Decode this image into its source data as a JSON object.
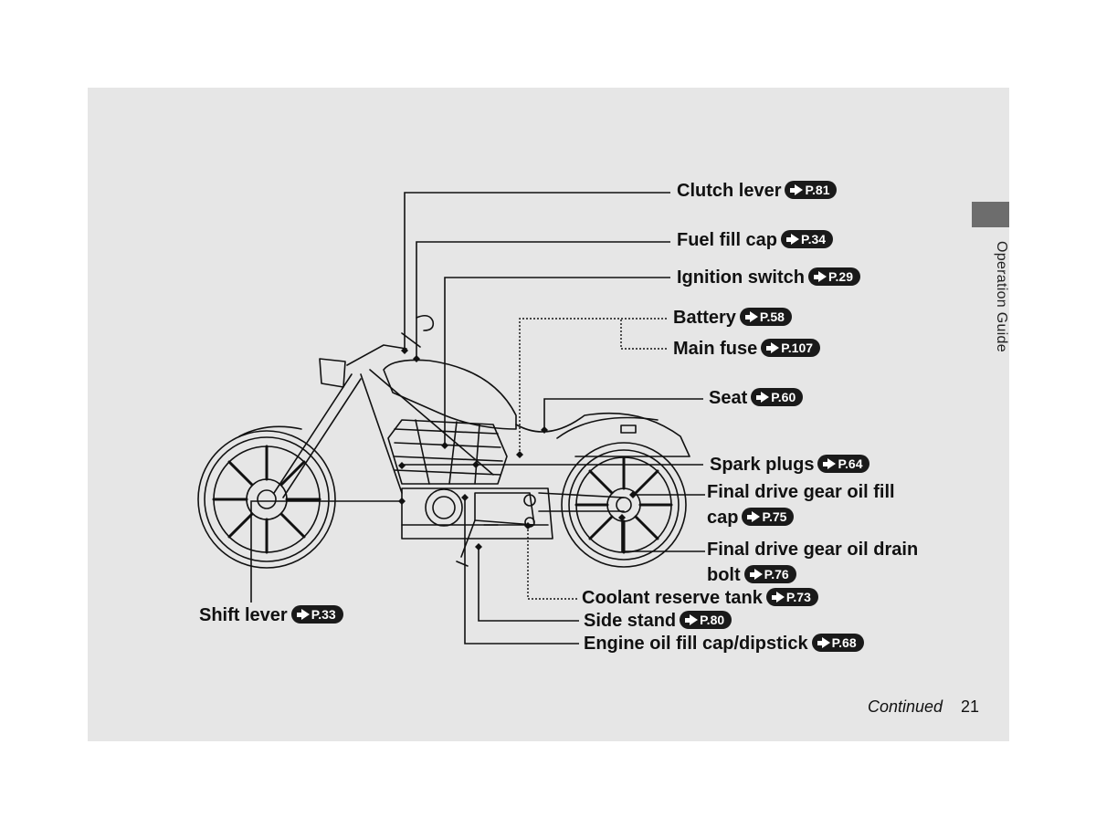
{
  "section_tab": "Operation Guide",
  "labels": [
    {
      "id": "clutch-lever",
      "text": "Clutch lever",
      "ref": "P.81"
    },
    {
      "id": "fuel-fill-cap",
      "text": "Fuel fill cap",
      "ref": "P.34"
    },
    {
      "id": "ignition-switch",
      "text": "Ignition switch",
      "ref": "P.29"
    },
    {
      "id": "battery",
      "text": "Battery",
      "ref": "P.58"
    },
    {
      "id": "main-fuse",
      "text": "Main fuse",
      "ref": "P.107"
    },
    {
      "id": "seat",
      "text": "Seat",
      "ref": "P.60"
    },
    {
      "id": "spark-plugs",
      "text": "Spark plugs",
      "ref": "P.64"
    },
    {
      "id": "final-drive-fill",
      "text": "Final drive gear oil fill",
      "text2": "cap",
      "ref": "P.75"
    },
    {
      "id": "final-drive-drain",
      "text": "Final drive gear oil drain",
      "text2": "bolt",
      "ref": "P.76"
    },
    {
      "id": "coolant-tank",
      "text": "Coolant reserve tank",
      "ref": "P.73"
    },
    {
      "id": "side-stand",
      "text": "Side stand",
      "ref": "P.80"
    },
    {
      "id": "engine-oil",
      "text": "Engine oil fill cap/dipstick",
      "ref": "P.68"
    },
    {
      "id": "shift-lever",
      "text": "Shift lever",
      "ref": "P.33"
    }
  ],
  "footer": {
    "continued": "Continued",
    "page_number": "21"
  }
}
